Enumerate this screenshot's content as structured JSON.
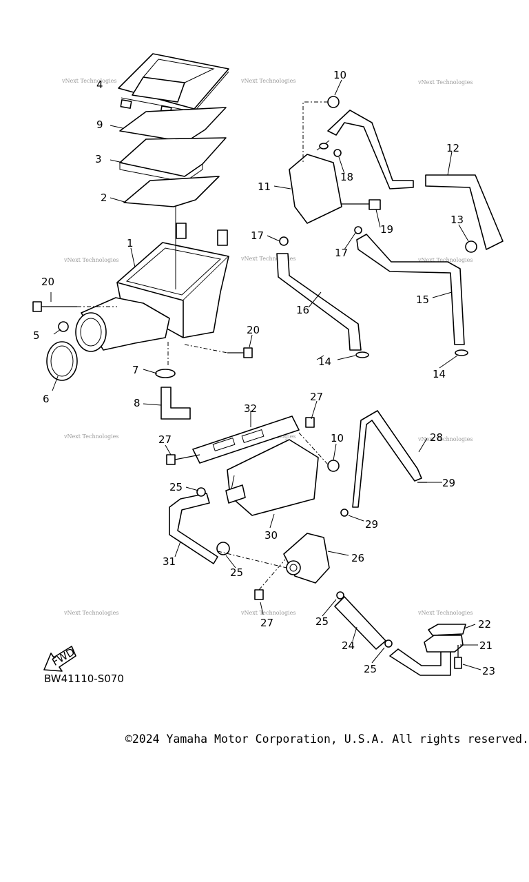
{
  "diagram": {
    "drawing_code": "BW41110-S070",
    "fwd_label": "FWD",
    "watermark": "vNext Technologies",
    "copyright": "©2024 Yamaha Motor Corporation, U.S.A. All rights reserved.",
    "callouts": [
      "1",
      "2",
      "3",
      "4",
      "5",
      "6",
      "7",
      "8",
      "9",
      "10",
      "11",
      "12",
      "13",
      "14",
      "14",
      "15",
      "16",
      "17",
      "17",
      "18",
      "19",
      "20",
      "20",
      "21",
      "22",
      "23",
      "24",
      "25",
      "25",
      "25",
      "25",
      "26",
      "27",
      "27",
      "27",
      "28",
      "29",
      "29",
      "30",
      "31",
      "32",
      "10"
    ]
  }
}
